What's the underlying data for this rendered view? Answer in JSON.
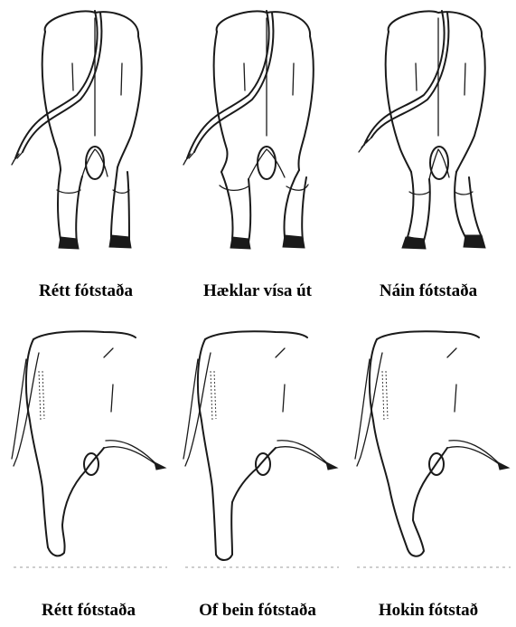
{
  "figure": {
    "rear_views": [
      {
        "caption": "Rétt fótstaða",
        "stance": "correct"
      },
      {
        "caption": "Hæklar vísa út",
        "stance": "hocks-out"
      },
      {
        "caption": "Náin fótstaða",
        "stance": "narrow"
      }
    ],
    "side_views": [
      {
        "caption": "Rétt fótstaða",
        "stance": "correct"
      },
      {
        "caption": "Of bein fótstaða",
        "stance": "too-straight"
      },
      {
        "caption": "Hokin fótstað",
        "stance": "sickle-hocked"
      }
    ]
  },
  "colors": {
    "ink": "#1a1a1a",
    "background": "#ffffff"
  }
}
